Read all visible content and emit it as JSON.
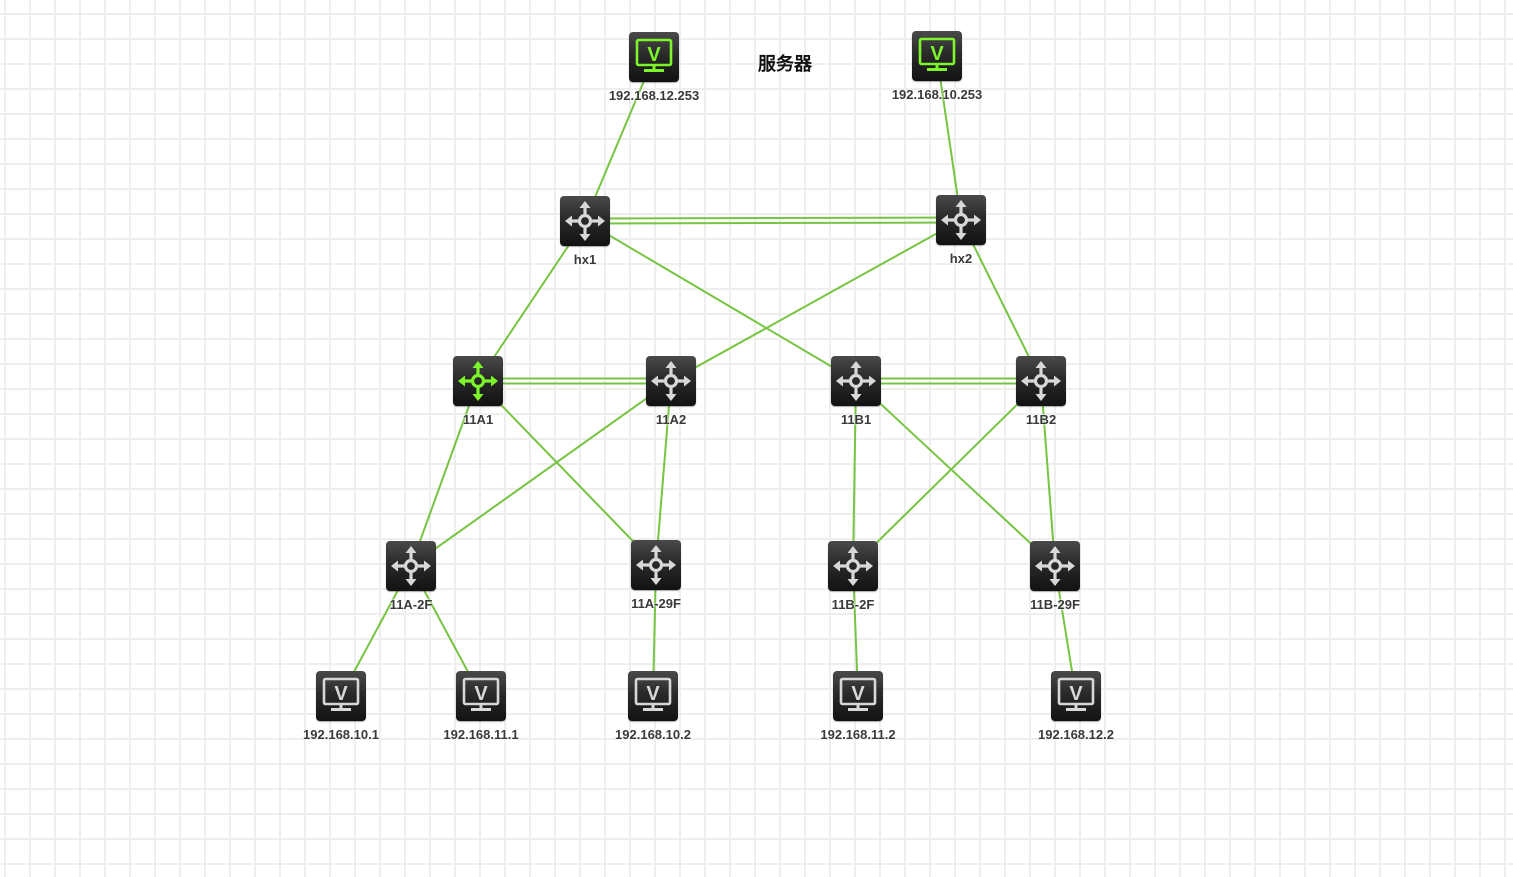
{
  "title": "服务器",
  "colors": {
    "link": "#76c442",
    "icon_default": "#d8d8d8",
    "icon_active": "#7cf52a",
    "label": "#3a3a3a"
  },
  "nodes": [
    {
      "id": "srv1",
      "label": "192.168.12.253",
      "type": "server",
      "active": true
    },
    {
      "id": "srv2",
      "label": "192.168.10.253",
      "type": "server",
      "active": true
    },
    {
      "id": "hx1",
      "label": "hx1",
      "type": "switch",
      "active": false
    },
    {
      "id": "hx2",
      "label": "hx2",
      "type": "switch",
      "active": false
    },
    {
      "id": "a1",
      "label": "11A1",
      "type": "switch",
      "active": true
    },
    {
      "id": "a2",
      "label": "11A2",
      "type": "switch",
      "active": false
    },
    {
      "id": "b1",
      "label": "11B1",
      "type": "switch",
      "active": false
    },
    {
      "id": "b2",
      "label": "11B2",
      "type": "switch",
      "active": false
    },
    {
      "id": "a2f",
      "label": "11A-2F",
      "type": "switch",
      "active": false
    },
    {
      "id": "a29f",
      "label": "11A-29F",
      "type": "switch",
      "active": false
    },
    {
      "id": "b2f",
      "label": "11B-2F",
      "type": "switch",
      "active": false
    },
    {
      "id": "b29f",
      "label": "11B-29F",
      "type": "switch",
      "active": false
    },
    {
      "id": "pc1",
      "label": "192.168.10.1",
      "type": "pc",
      "active": false
    },
    {
      "id": "pc2",
      "label": "192.168.11.1",
      "type": "pc",
      "active": false
    },
    {
      "id": "pc3",
      "label": "192.168.10.2",
      "type": "pc",
      "active": false
    },
    {
      "id": "pc4",
      "label": "192.168.11.2",
      "type": "pc",
      "active": false
    },
    {
      "id": "pc5",
      "label": "192.168.12.2",
      "type": "pc",
      "active": false
    }
  ],
  "links": [
    {
      "from": "srv1",
      "to": "hx1",
      "double": false
    },
    {
      "from": "srv2",
      "to": "hx2",
      "double": false
    },
    {
      "from": "hx1",
      "to": "hx2",
      "double": true
    },
    {
      "from": "hx1",
      "to": "a1",
      "double": false
    },
    {
      "from": "hx1",
      "to": "b1",
      "double": false
    },
    {
      "from": "hx2",
      "to": "a2",
      "double": false
    },
    {
      "from": "hx2",
      "to": "b2",
      "double": false
    },
    {
      "from": "a1",
      "to": "a2",
      "double": true
    },
    {
      "from": "b1",
      "to": "b2",
      "double": true
    },
    {
      "from": "a1",
      "to": "a2f",
      "double": false
    },
    {
      "from": "a1",
      "to": "a29f",
      "double": false
    },
    {
      "from": "a2",
      "to": "a2f",
      "double": false
    },
    {
      "from": "a2",
      "to": "a29f",
      "double": false
    },
    {
      "from": "b1",
      "to": "b2f",
      "double": false
    },
    {
      "from": "b1",
      "to": "b29f",
      "double": false
    },
    {
      "from": "b2",
      "to": "b2f",
      "double": false
    },
    {
      "from": "b2",
      "to": "b29f",
      "double": false
    },
    {
      "from": "a2f",
      "to": "pc1",
      "double": false
    },
    {
      "from": "a2f",
      "to": "pc2",
      "double": false
    },
    {
      "from": "a29f",
      "to": "pc3",
      "double": false
    },
    {
      "from": "b2f",
      "to": "pc4",
      "double": false
    },
    {
      "from": "b29f",
      "to": "pc5",
      "double": false
    }
  ]
}
